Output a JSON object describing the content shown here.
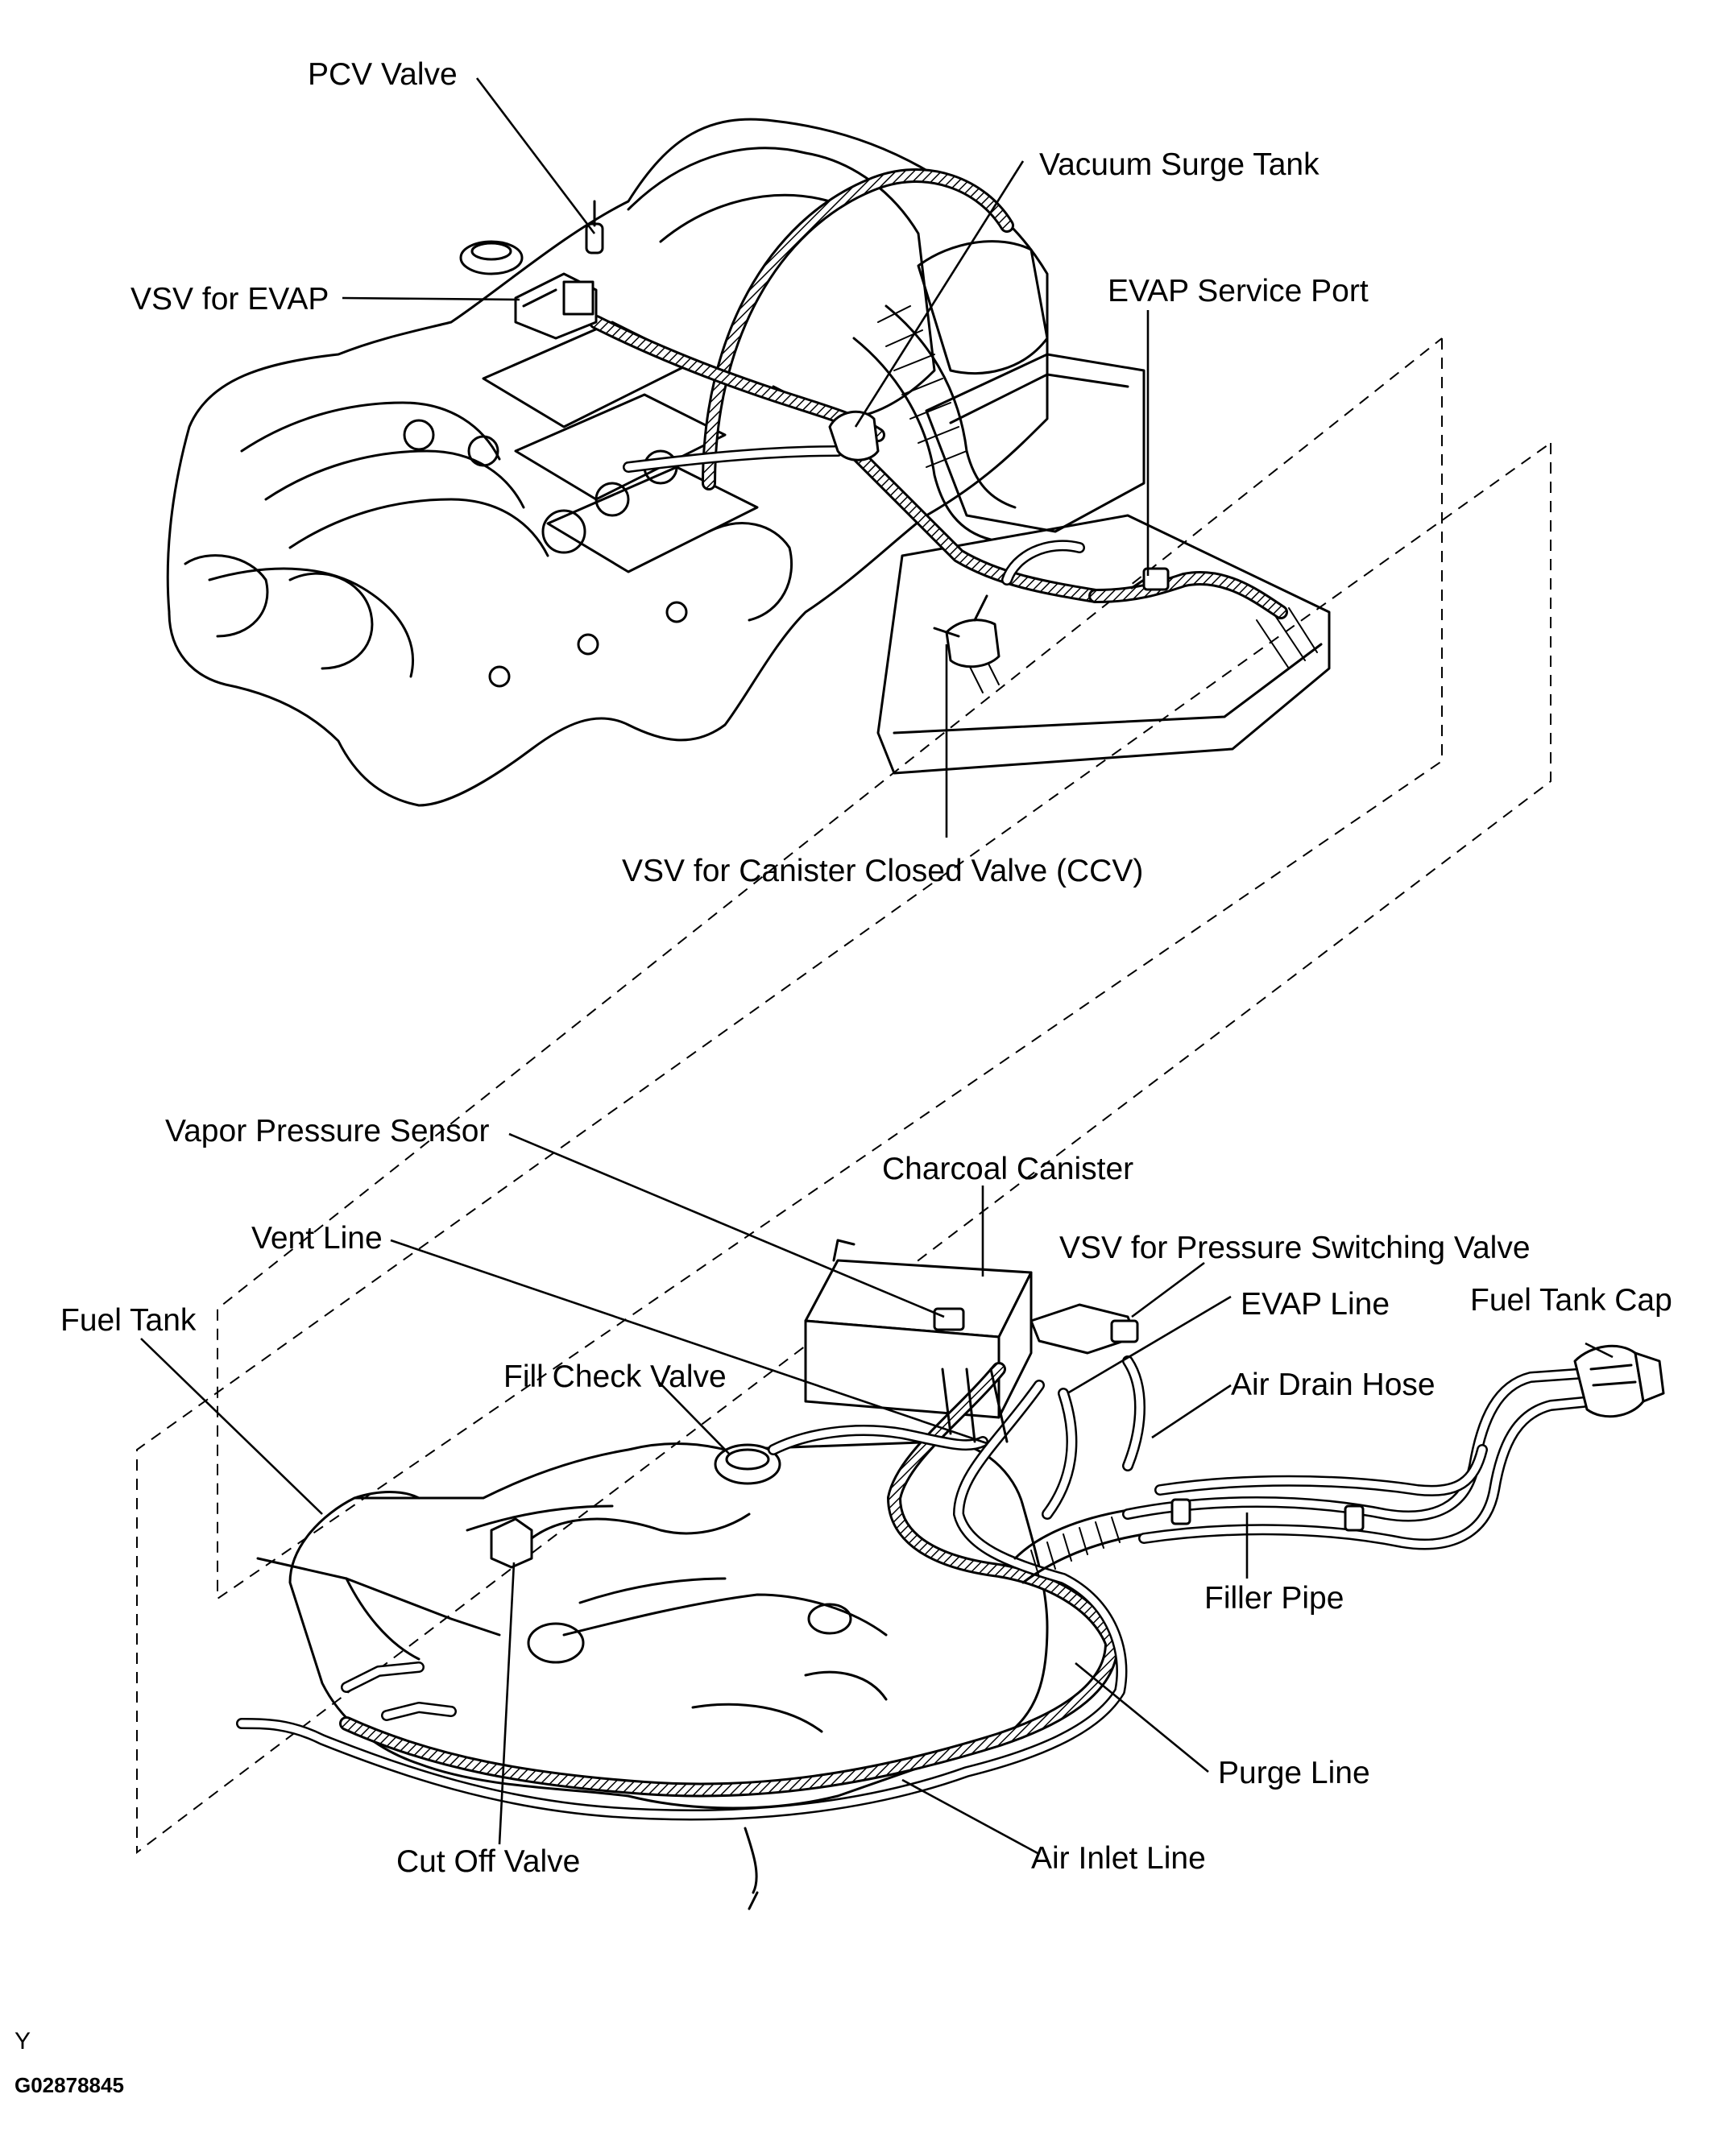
{
  "labels": {
    "pcv_valve": "PCV Valve",
    "vacuum_surge_tank": "Vacuum Surge Tank",
    "vsv_for_evap": "VSV for EVAP",
    "evap_service_port": "EVAP Service Port",
    "vsv_ccv": "VSV for Canister Closed Valve (CCV)",
    "vapor_pressure_sensor": "Vapor Pressure Sensor",
    "charcoal_canister": "Charcoal Canister",
    "vent_line": "Vent Line",
    "vsv_pressure_switching": "VSV for Pressure Switching Valve",
    "fuel_tank": "Fuel Tank",
    "evap_line": "EVAP Line",
    "fuel_tank_cap": "Fuel Tank Cap",
    "fill_check_valve": "Fill Check Valve",
    "air_drain_hose": "Air Drain Hose",
    "filler_pipe": "Filler Pipe",
    "purge_line": "Purge Line",
    "cut_off_valve": "Cut Off Valve",
    "air_inlet_line": "Air Inlet Line"
  },
  "footer": {
    "code_letter": "Y",
    "figure_number": "G02878845"
  }
}
